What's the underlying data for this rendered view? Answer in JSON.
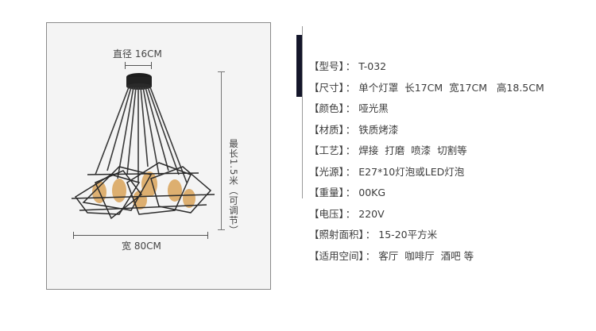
{
  "diagram": {
    "diameter_label": "直径 16CM",
    "width_label": "宽 80CM",
    "height_label": "最长1.5米（可调节）",
    "product_icon": "pendant-lamp-illustration"
  },
  "specs": [
    {
      "key": "【型号】",
      "value": "T-032"
    },
    {
      "key": "【尺寸】",
      "value": "单个灯罩  长17CM  宽17CM   高18.5CM"
    },
    {
      "key": "【颜色】",
      "value": "哑光黑"
    },
    {
      "key": "【材质】",
      "value": "铁质烤漆"
    },
    {
      "key": "【工艺】",
      "value": "焊接  打磨  喷漆  切割等"
    },
    {
      "key": "【光源】",
      "value": "E27*10灯泡或LED灯泡"
    },
    {
      "key": "【重量】",
      "value": "00KG"
    },
    {
      "key": "【电压】",
      "value": "220V"
    },
    {
      "key": "【照射面积】",
      "value": "15-20平方米"
    },
    {
      "key": "【适用空间】",
      "value": "客厅  咖啡厅  酒吧 等"
    }
  ],
  "separator": "：",
  "colors": {
    "accent_bar": "#14162a",
    "frame_bg": "#f4f4f4",
    "text": "#3c3c3c"
  }
}
